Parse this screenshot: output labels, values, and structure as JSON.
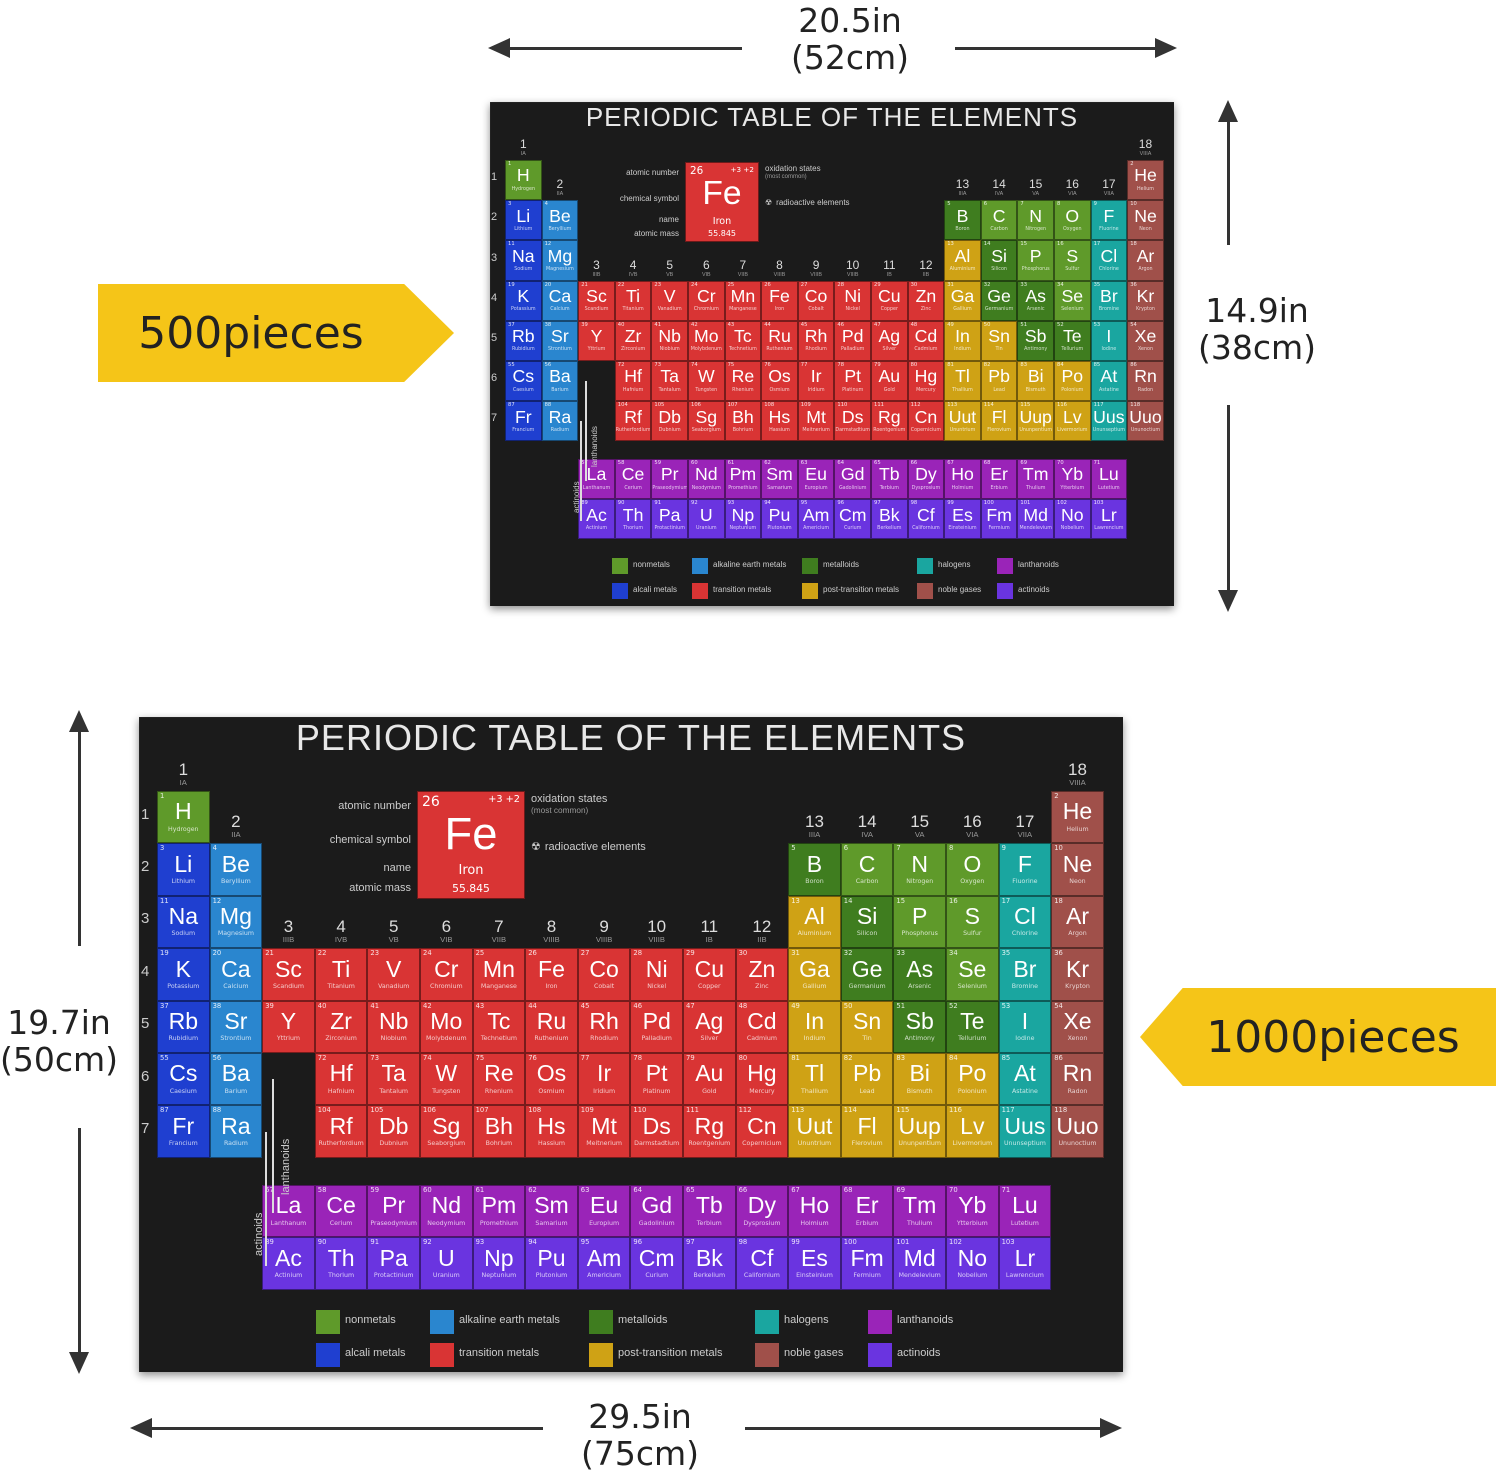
{
  "small": {
    "width_label": "20.5in",
    "width_label_cm": "(52cm)",
    "height_label": "14.9in",
    "height_label_cm": "(38cm)",
    "pieces": "500pieces"
  },
  "large": {
    "width_label": "29.5in",
    "width_label_cm": "(75cm)",
    "height_label": "19.7in",
    "height_label_cm": "(50cm)",
    "pieces": "1000pieces"
  },
  "puzzle": {
    "title": "PERIODIC TABLE OF THE ELEMENTS",
    "key": {
      "number": "26",
      "symbol": "Fe",
      "name": "Iron",
      "mass": "55.845",
      "label_number": "atomic number",
      "label_symbol": "chemical symbol",
      "label_name": "name",
      "label_mass": "atomic mass",
      "label_oxidation": "oxidation states",
      "label_oxidation_sub": "(most common)",
      "label_radioactive": "radioactive elements",
      "oxidation": "+3 +2"
    },
    "lanthanoids_label": "lanthanoids",
    "actinoids_label": "actinoids",
    "groups": [
      {
        "n": "1",
        "r": "IA"
      },
      {
        "n": "2",
        "r": "IIA"
      },
      {
        "n": "3",
        "r": "IIIB"
      },
      {
        "n": "4",
        "r": "IVB"
      },
      {
        "n": "5",
        "r": "VB"
      },
      {
        "n": "6",
        "r": "VIB"
      },
      {
        "n": "7",
        "r": "VIIB"
      },
      {
        "n": "8",
        "r": "VIIIB"
      },
      {
        "n": "9",
        "r": "VIIIB"
      },
      {
        "n": "10",
        "r": "VIIIB"
      },
      {
        "n": "11",
        "r": "IB"
      },
      {
        "n": "12",
        "r": "IIB"
      },
      {
        "n": "13",
        "r": "IIIA"
      },
      {
        "n": "14",
        "r": "IVA"
      },
      {
        "n": "15",
        "r": "VA"
      },
      {
        "n": "16",
        "r": "VIA"
      },
      {
        "n": "17",
        "r": "VIIA"
      },
      {
        "n": "18",
        "r": "VIIIA"
      }
    ],
    "periods": [
      "1",
      "2",
      "3",
      "4",
      "5",
      "6",
      "7"
    ],
    "colors": {
      "nonmetal": "#5f9a2a",
      "alkali": "#1f3fd0",
      "alkaline": "#2a86cf",
      "transition": "#d93434",
      "metalloid": "#3f7d1f",
      "post": "#cfa215",
      "halogen": "#1aa6a0",
      "noble": "#a0504a",
      "lanthanoid": "#9a24b8",
      "actinoid": "#6a34e0"
    },
    "legend": [
      {
        "label": "nonmetals",
        "cat": "nonmetal"
      },
      {
        "label": "alcali metals",
        "cat": "alkali"
      },
      {
        "label": "alkaline earth metals",
        "cat": "alkaline"
      },
      {
        "label": "transition metals",
        "cat": "transition"
      },
      {
        "label": "metalloids",
        "cat": "metalloid"
      },
      {
        "label": "post-transition metals",
        "cat": "post"
      },
      {
        "label": "halogens",
        "cat": "halogen"
      },
      {
        "label": "noble gases",
        "cat": "noble"
      },
      {
        "label": "lanthanoids",
        "cat": "lanthanoid"
      },
      {
        "label": "actinoids",
        "cat": "actinoid"
      }
    ],
    "elements": [
      {
        "z": 1,
        "s": "H",
        "n": "Hydrogen",
        "p": 1,
        "g": 1,
        "c": "nonmetal"
      },
      {
        "z": 2,
        "s": "He",
        "n": "Helium",
        "p": 1,
        "g": 18,
        "c": "noble"
      },
      {
        "z": 3,
        "s": "Li",
        "n": "Lithium",
        "p": 2,
        "g": 1,
        "c": "alkali"
      },
      {
        "z": 4,
        "s": "Be",
        "n": "Beryllium",
        "p": 2,
        "g": 2,
        "c": "alkaline"
      },
      {
        "z": 5,
        "s": "B",
        "n": "Boron",
        "p": 2,
        "g": 13,
        "c": "metalloid"
      },
      {
        "z": 6,
        "s": "C",
        "n": "Carbon",
        "p": 2,
        "g": 14,
        "c": "nonmetal"
      },
      {
        "z": 7,
        "s": "N",
        "n": "Nitrogen",
        "p": 2,
        "g": 15,
        "c": "nonmetal"
      },
      {
        "z": 8,
        "s": "O",
        "n": "Oxygen",
        "p": 2,
        "g": 16,
        "c": "nonmetal"
      },
      {
        "z": 9,
        "s": "F",
        "n": "Fluorine",
        "p": 2,
        "g": 17,
        "c": "halogen"
      },
      {
        "z": 10,
        "s": "Ne",
        "n": "Neon",
        "p": 2,
        "g": 18,
        "c": "noble"
      },
      {
        "z": 11,
        "s": "Na",
        "n": "Sodium",
        "p": 3,
        "g": 1,
        "c": "alkali"
      },
      {
        "z": 12,
        "s": "Mg",
        "n": "Magnesium",
        "p": 3,
        "g": 2,
        "c": "alkaline"
      },
      {
        "z": 13,
        "s": "Al",
        "n": "Aluminium",
        "p": 3,
        "g": 13,
        "c": "post"
      },
      {
        "z": 14,
        "s": "Si",
        "n": "Silicon",
        "p": 3,
        "g": 14,
        "c": "metalloid"
      },
      {
        "z": 15,
        "s": "P",
        "n": "Phosphorus",
        "p": 3,
        "g": 15,
        "c": "nonmetal"
      },
      {
        "z": 16,
        "s": "S",
        "n": "Sulfur",
        "p": 3,
        "g": 16,
        "c": "nonmetal"
      },
      {
        "z": 17,
        "s": "Cl",
        "n": "Chlorine",
        "p": 3,
        "g": 17,
        "c": "halogen"
      },
      {
        "z": 18,
        "s": "Ar",
        "n": "Argon",
        "p": 3,
        "g": 18,
        "c": "noble"
      },
      {
        "z": 19,
        "s": "K",
        "n": "Potassium",
        "p": 4,
        "g": 1,
        "c": "alkali"
      },
      {
        "z": 20,
        "s": "Ca",
        "n": "Calcium",
        "p": 4,
        "g": 2,
        "c": "alkaline"
      },
      {
        "z": 21,
        "s": "Sc",
        "n": "Scandium",
        "p": 4,
        "g": 3,
        "c": "transition"
      },
      {
        "z": 22,
        "s": "Ti",
        "n": "Titanium",
        "p": 4,
        "g": 4,
        "c": "transition"
      },
      {
        "z": 23,
        "s": "V",
        "n": "Vanadium",
        "p": 4,
        "g": 5,
        "c": "transition"
      },
      {
        "z": 24,
        "s": "Cr",
        "n": "Chromium",
        "p": 4,
        "g": 6,
        "c": "transition"
      },
      {
        "z": 25,
        "s": "Mn",
        "n": "Manganese",
        "p": 4,
        "g": 7,
        "c": "transition"
      },
      {
        "z": 26,
        "s": "Fe",
        "n": "Iron",
        "p": 4,
        "g": 8,
        "c": "transition"
      },
      {
        "z": 27,
        "s": "Co",
        "n": "Cobalt",
        "p": 4,
        "g": 9,
        "c": "transition"
      },
      {
        "z": 28,
        "s": "Ni",
        "n": "Nickel",
        "p": 4,
        "g": 10,
        "c": "transition"
      },
      {
        "z": 29,
        "s": "Cu",
        "n": "Copper",
        "p": 4,
        "g": 11,
        "c": "transition"
      },
      {
        "z": 30,
        "s": "Zn",
        "n": "Zinc",
        "p": 4,
        "g": 12,
        "c": "transition"
      },
      {
        "z": 31,
        "s": "Ga",
        "n": "Gallium",
        "p": 4,
        "g": 13,
        "c": "post"
      },
      {
        "z": 32,
        "s": "Ge",
        "n": "Germanium",
        "p": 4,
        "g": 14,
        "c": "metalloid"
      },
      {
        "z": 33,
        "s": "As",
        "n": "Arsenic",
        "p": 4,
        "g": 15,
        "c": "metalloid"
      },
      {
        "z": 34,
        "s": "Se",
        "n": "Selenium",
        "p": 4,
        "g": 16,
        "c": "nonmetal"
      },
      {
        "z": 35,
        "s": "Br",
        "n": "Bromine",
        "p": 4,
        "g": 17,
        "c": "halogen"
      },
      {
        "z": 36,
        "s": "Kr",
        "n": "Krypton",
        "p": 4,
        "g": 18,
        "c": "noble"
      },
      {
        "z": 37,
        "s": "Rb",
        "n": "Rubidium",
        "p": 5,
        "g": 1,
        "c": "alkali"
      },
      {
        "z": 38,
        "s": "Sr",
        "n": "Strontium",
        "p": 5,
        "g": 2,
        "c": "alkaline"
      },
      {
        "z": 39,
        "s": "Y",
        "n": "Yttrium",
        "p": 5,
        "g": 3,
        "c": "transition"
      },
      {
        "z": 40,
        "s": "Zr",
        "n": "Zirconium",
        "p": 5,
        "g": 4,
        "c": "transition"
      },
      {
        "z": 41,
        "s": "Nb",
        "n": "Niobium",
        "p": 5,
        "g": 5,
        "c": "transition"
      },
      {
        "z": 42,
        "s": "Mo",
        "n": "Molybdenum",
        "p": 5,
        "g": 6,
        "c": "transition"
      },
      {
        "z": 43,
        "s": "Tc",
        "n": "Technetium",
        "p": 5,
        "g": 7,
        "c": "transition"
      },
      {
        "z": 44,
        "s": "Ru",
        "n": "Ruthenium",
        "p": 5,
        "g": 8,
        "c": "transition"
      },
      {
        "z": 45,
        "s": "Rh",
        "n": "Rhodium",
        "p": 5,
        "g": 9,
        "c": "transition"
      },
      {
        "z": 46,
        "s": "Pd",
        "n": "Palladium",
        "p": 5,
        "g": 10,
        "c": "transition"
      },
      {
        "z": 47,
        "s": "Ag",
        "n": "Silver",
        "p": 5,
        "g": 11,
        "c": "transition"
      },
      {
        "z": 48,
        "s": "Cd",
        "n": "Cadmium",
        "p": 5,
        "g": 12,
        "c": "transition"
      },
      {
        "z": 49,
        "s": "In",
        "n": "Indium",
        "p": 5,
        "g": 13,
        "c": "post"
      },
      {
        "z": 50,
        "s": "Sn",
        "n": "Tin",
        "p": 5,
        "g": 14,
        "c": "post"
      },
      {
        "z": 51,
        "s": "Sb",
        "n": "Antimony",
        "p": 5,
        "g": 15,
        "c": "metalloid"
      },
      {
        "z": 52,
        "s": "Te",
        "n": "Tellurium",
        "p": 5,
        "g": 16,
        "c": "metalloid"
      },
      {
        "z": 53,
        "s": "I",
        "n": "Iodine",
        "p": 5,
        "g": 17,
        "c": "halogen"
      },
      {
        "z": 54,
        "s": "Xe",
        "n": "Xenon",
        "p": 5,
        "g": 18,
        "c": "noble"
      },
      {
        "z": 55,
        "s": "Cs",
        "n": "Caesium",
        "p": 6,
        "g": 1,
        "c": "alkali"
      },
      {
        "z": 56,
        "s": "Ba",
        "n": "Barium",
        "p": 6,
        "g": 2,
        "c": "alkaline"
      },
      {
        "z": 72,
        "s": "Hf",
        "n": "Hafnium",
        "p": 6,
        "g": 4,
        "c": "transition"
      },
      {
        "z": 73,
        "s": "Ta",
        "n": "Tantalum",
        "p": 6,
        "g": 5,
        "c": "transition"
      },
      {
        "z": 74,
        "s": "W",
        "n": "Tungsten",
        "p": 6,
        "g": 6,
        "c": "transition"
      },
      {
        "z": 75,
        "s": "Re",
        "n": "Rhenium",
        "p": 6,
        "g": 7,
        "c": "transition"
      },
      {
        "z": 76,
        "s": "Os",
        "n": "Osmium",
        "p": 6,
        "g": 8,
        "c": "transition"
      },
      {
        "z": 77,
        "s": "Ir",
        "n": "Iridium",
        "p": 6,
        "g": 9,
        "c": "transition"
      },
      {
        "z": 78,
        "s": "Pt",
        "n": "Platinum",
        "p": 6,
        "g": 10,
        "c": "transition"
      },
      {
        "z": 79,
        "s": "Au",
        "n": "Gold",
        "p": 6,
        "g": 11,
        "c": "transition"
      },
      {
        "z": 80,
        "s": "Hg",
        "n": "Mercury",
        "p": 6,
        "g": 12,
        "c": "transition"
      },
      {
        "z": 81,
        "s": "Tl",
        "n": "Thallium",
        "p": 6,
        "g": 13,
        "c": "post"
      },
      {
        "z": 82,
        "s": "Pb",
        "n": "Lead",
        "p": 6,
        "g": 14,
        "c": "post"
      },
      {
        "z": 83,
        "s": "Bi",
        "n": "Bismuth",
        "p": 6,
        "g": 15,
        "c": "post"
      },
      {
        "z": 84,
        "s": "Po",
        "n": "Polonium",
        "p": 6,
        "g": 16,
        "c": "post"
      },
      {
        "z": 85,
        "s": "At",
        "n": "Astatine",
        "p": 6,
        "g": 17,
        "c": "halogen"
      },
      {
        "z": 86,
        "s": "Rn",
        "n": "Radon",
        "p": 6,
        "g": 18,
        "c": "noble"
      },
      {
        "z": 87,
        "s": "Fr",
        "n": "Francium",
        "p": 7,
        "g": 1,
        "c": "alkali"
      },
      {
        "z": 88,
        "s": "Ra",
        "n": "Radium",
        "p": 7,
        "g": 2,
        "c": "alkaline"
      },
      {
        "z": 104,
        "s": "Rf",
        "n": "Rutherfordium",
        "p": 7,
        "g": 4,
        "c": "transition"
      },
      {
        "z": 105,
        "s": "Db",
        "n": "Dubnium",
        "p": 7,
        "g": 5,
        "c": "transition"
      },
      {
        "z": 106,
        "s": "Sg",
        "n": "Seaborgium",
        "p": 7,
        "g": 6,
        "c": "transition"
      },
      {
        "z": 107,
        "s": "Bh",
        "n": "Bohrium",
        "p": 7,
        "g": 7,
        "c": "transition"
      },
      {
        "z": 108,
        "s": "Hs",
        "n": "Hassium",
        "p": 7,
        "g": 8,
        "c": "transition"
      },
      {
        "z": 109,
        "s": "Mt",
        "n": "Meitnerium",
        "p": 7,
        "g": 9,
        "c": "transition"
      },
      {
        "z": 110,
        "s": "Ds",
        "n": "Darmstadtium",
        "p": 7,
        "g": 10,
        "c": "transition"
      },
      {
        "z": 111,
        "s": "Rg",
        "n": "Roentgenium",
        "p": 7,
        "g": 11,
        "c": "transition"
      },
      {
        "z": 112,
        "s": "Cn",
        "n": "Copernicium",
        "p": 7,
        "g": 12,
        "c": "transition"
      },
      {
        "z": 113,
        "s": "Uut",
        "n": "Ununtrium",
        "p": 7,
        "g": 13,
        "c": "post"
      },
      {
        "z": 114,
        "s": "Fl",
        "n": "Flerovium",
        "p": 7,
        "g": 14,
        "c": "post"
      },
      {
        "z": 115,
        "s": "Uup",
        "n": "Ununpentium",
        "p": 7,
        "g": 15,
        "c": "post"
      },
      {
        "z": 116,
        "s": "Lv",
        "n": "Livermorium",
        "p": 7,
        "g": 16,
        "c": "post"
      },
      {
        "z": 117,
        "s": "Uus",
        "n": "Ununseptium",
        "p": 7,
        "g": 17,
        "c": "halogen"
      },
      {
        "z": 118,
        "s": "Uuo",
        "n": "Ununoctium",
        "p": 7,
        "g": 18,
        "c": "noble"
      },
      {
        "z": 57,
        "s": "La",
        "n": "Lanthanum",
        "p": 8,
        "g": 3,
        "c": "lanthanoid"
      },
      {
        "z": 58,
        "s": "Ce",
        "n": "Cerium",
        "p": 8,
        "g": 4,
        "c": "lanthanoid"
      },
      {
        "z": 59,
        "s": "Pr",
        "n": "Praseodymium",
        "p": 8,
        "g": 5,
        "c": "lanthanoid"
      },
      {
        "z": 60,
        "s": "Nd",
        "n": "Neodymium",
        "p": 8,
        "g": 6,
        "c": "lanthanoid"
      },
      {
        "z": 61,
        "s": "Pm",
        "n": "Promethium",
        "p": 8,
        "g": 7,
        "c": "lanthanoid"
      },
      {
        "z": 62,
        "s": "Sm",
        "n": "Samarium",
        "p": 8,
        "g": 8,
        "c": "lanthanoid"
      },
      {
        "z": 63,
        "s": "Eu",
        "n": "Europium",
        "p": 8,
        "g": 9,
        "c": "lanthanoid"
      },
      {
        "z": 64,
        "s": "Gd",
        "n": "Gadolinium",
        "p": 8,
        "g": 10,
        "c": "lanthanoid"
      },
      {
        "z": 65,
        "s": "Tb",
        "n": "Terbium",
        "p": 8,
        "g": 11,
        "c": "lanthanoid"
      },
      {
        "z": 66,
        "s": "Dy",
        "n": "Dysprosium",
        "p": 8,
        "g": 12,
        "c": "lanthanoid"
      },
      {
        "z": 67,
        "s": "Ho",
        "n": "Holmium",
        "p": 8,
        "g": 13,
        "c": "lanthanoid"
      },
      {
        "z": 68,
        "s": "Er",
        "n": "Erbium",
        "p": 8,
        "g": 14,
        "c": "lanthanoid"
      },
      {
        "z": 69,
        "s": "Tm",
        "n": "Thulium",
        "p": 8,
        "g": 15,
        "c": "lanthanoid"
      },
      {
        "z": 70,
        "s": "Yb",
        "n": "Ytterbium",
        "p": 8,
        "g": 16,
        "c": "lanthanoid"
      },
      {
        "z": 71,
        "s": "Lu",
        "n": "Lutetium",
        "p": 8,
        "g": 17,
        "c": "lanthanoid"
      },
      {
        "z": 89,
        "s": "Ac",
        "n": "Actinium",
        "p": 9,
        "g": 3,
        "c": "actinoid"
      },
      {
        "z": 90,
        "s": "Th",
        "n": "Thorium",
        "p": 9,
        "g": 4,
        "c": "actinoid"
      },
      {
        "z": 91,
        "s": "Pa",
        "n": "Protactinium",
        "p": 9,
        "g": 5,
        "c": "actinoid"
      },
      {
        "z": 92,
        "s": "U",
        "n": "Uranium",
        "p": 9,
        "g": 6,
        "c": "actinoid"
      },
      {
        "z": 93,
        "s": "Np",
        "n": "Neptunium",
        "p": 9,
        "g": 7,
        "c": "actinoid"
      },
      {
        "z": 94,
        "s": "Pu",
        "n": "Plutonium",
        "p": 9,
        "g": 8,
        "c": "actinoid"
      },
      {
        "z": 95,
        "s": "Am",
        "n": "Americium",
        "p": 9,
        "g": 9,
        "c": "actinoid"
      },
      {
        "z": 96,
        "s": "Cm",
        "n": "Curium",
        "p": 9,
        "g": 10,
        "c": "actinoid"
      },
      {
        "z": 97,
        "s": "Bk",
        "n": "Berkelium",
        "p": 9,
        "g": 11,
        "c": "actinoid"
      },
      {
        "z": 98,
        "s": "Cf",
        "n": "Californium",
        "p": 9,
        "g": 12,
        "c": "actinoid"
      },
      {
        "z": 99,
        "s": "Es",
        "n": "Einsteinium",
        "p": 9,
        "g": 13,
        "c": "actinoid"
      },
      {
        "z": 100,
        "s": "Fm",
        "n": "Fermium",
        "p": 9,
        "g": 14,
        "c": "actinoid"
      },
      {
        "z": 101,
        "s": "Md",
        "n": "Mendelevium",
        "p": 9,
        "g": 15,
        "c": "actinoid"
      },
      {
        "z": 102,
        "s": "No",
        "n": "Nobelium",
        "p": 9,
        "g": 16,
        "c": "actinoid"
      },
      {
        "z": 103,
        "s": "Lr",
        "n": "Lawrencium",
        "p": 9,
        "g": 17,
        "c": "actinoid"
      }
    ]
  }
}
